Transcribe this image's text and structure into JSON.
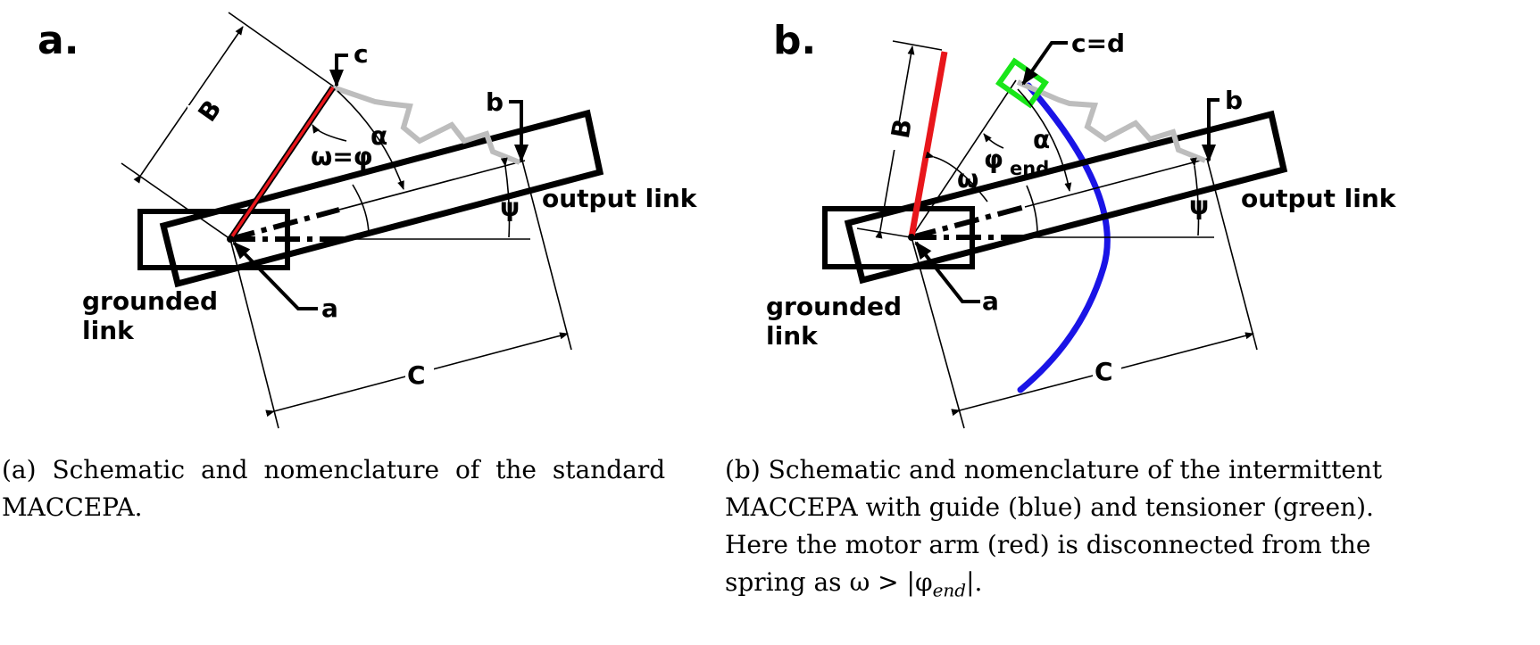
{
  "panel_a": {
    "panel_label": "a.",
    "labels": {
      "c": "c",
      "b": "b",
      "a": "a",
      "B": "B",
      "C": "C",
      "alpha": "α",
      "omega_phi": "ω=φ",
      "psi": "ψ",
      "output_link": "output link",
      "grounded_1": "grounded",
      "grounded_2": "link"
    }
  },
  "panel_b": {
    "panel_label": "b.",
    "labels": {
      "c_eq_d": "c=d",
      "b": "b",
      "a": "a",
      "B": "B",
      "C": "C",
      "alpha": "α",
      "omega": "ω",
      "phi": "φ",
      "phi_sub": "end",
      "psi": "ψ",
      "output_link": "output link",
      "grounded_1": "grounded",
      "grounded_2": "link"
    }
  },
  "captions": {
    "a": [
      "(a) Schematic and nomenclature of the standard",
      "MACCEPA."
    ],
    "b": [
      "(b) Schematic and nomenclature of the intermittent",
      "MACCEPA with guide (blue) and tensioner (green).",
      "Here the motor arm (red) is disconnected from the",
      "spring as ω > |φ"
    ],
    "b_sub": "end",
    "b_tail": "|."
  },
  "colors": {
    "motor_arm": "#e8161b",
    "guide": "#1a14e6",
    "tensioner": "#19e619",
    "spring": "#bdbdbd",
    "ink": "#000000"
  }
}
